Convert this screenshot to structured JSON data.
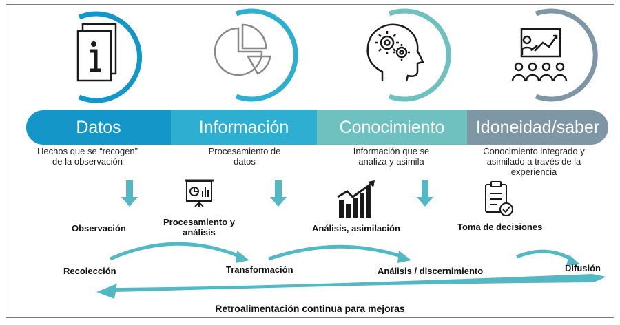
{
  "colors": {
    "datos": "#1596c9",
    "informacion": "#2eaed0",
    "conocimiento": "#6ec1bf",
    "idoneidad": "#7f97a5",
    "arrow": "#52b8c4",
    "icon": "#1a1a1a"
  },
  "stages": [
    {
      "label": "Datos",
      "description": "Hechos que se “recogen” de la observación",
      "icon": "info-document-icon"
    },
    {
      "label": "Información",
      "description": "Procesamiento de datos",
      "icon": "pie-chart-icon"
    },
    {
      "label": "Conocimiento",
      "description": "Información que se analiza y asimila",
      "icon": "head-gears-icon"
    },
    {
      "label": "Idoneidad/saber",
      "description": "Conocimiento integrado y asimilado a través de la experiencia",
      "icon": "presentation-audience-icon"
    }
  ],
  "process": {
    "observacion": "Observación",
    "procesamiento": "Procesamiento y análisis",
    "analisis_asimilacion": "Análisis, asimilación",
    "toma_decisiones": "Toma de decisiones",
    "recoleccion": "Recolección",
    "transformacion": "Transformación",
    "analisis_discernimiento": "Análisis / discernimiento",
    "difusion": "Difusión"
  },
  "small_icons": [
    "presentation-board-icon",
    "bar-chart-trend-icon",
    "clipboard-check-icon"
  ],
  "feedback": "Retroalimentación continua para mejoras"
}
